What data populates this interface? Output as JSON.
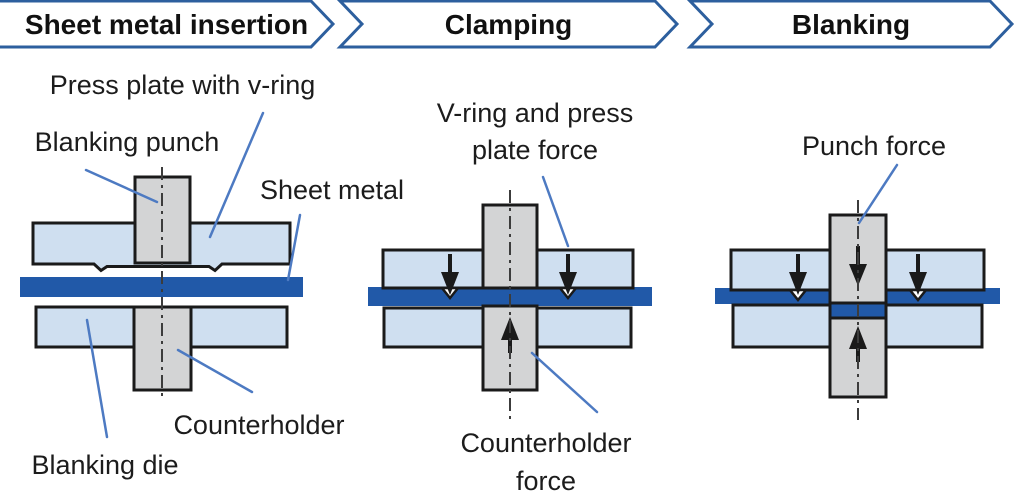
{
  "process_banner": {
    "steps": [
      {
        "label": "Sheet metal insertion"
      },
      {
        "label": "Clamping"
      },
      {
        "label": "Blanking"
      }
    ]
  },
  "stage1": {
    "labels": {
      "press_plate": "Press plate with v-ring",
      "blanking_punch": "Blanking punch",
      "sheet_metal": "Sheet metal",
      "counterholder": "Counterholder",
      "blanking_die": "Blanking die"
    }
  },
  "stage2": {
    "labels": {
      "vring_force_line1": "V-ring and press",
      "vring_force_line2": "plate force",
      "counterholder_force_line1": "Counterholder",
      "counterholder_force_line2": "force"
    }
  },
  "stage3": {
    "labels": {
      "punch_force": "Punch force"
    }
  },
  "colors": {
    "plate_light_blue": "#cfdff0",
    "sheet_dark_blue": "#2159a8",
    "tool_gray": "#d3d4d5",
    "outline_black": "#1a1a1a",
    "leader_blue": "#4d7ac2",
    "banner_border_blue": "#2d5f9e",
    "label_text": "#1c1c1c"
  }
}
